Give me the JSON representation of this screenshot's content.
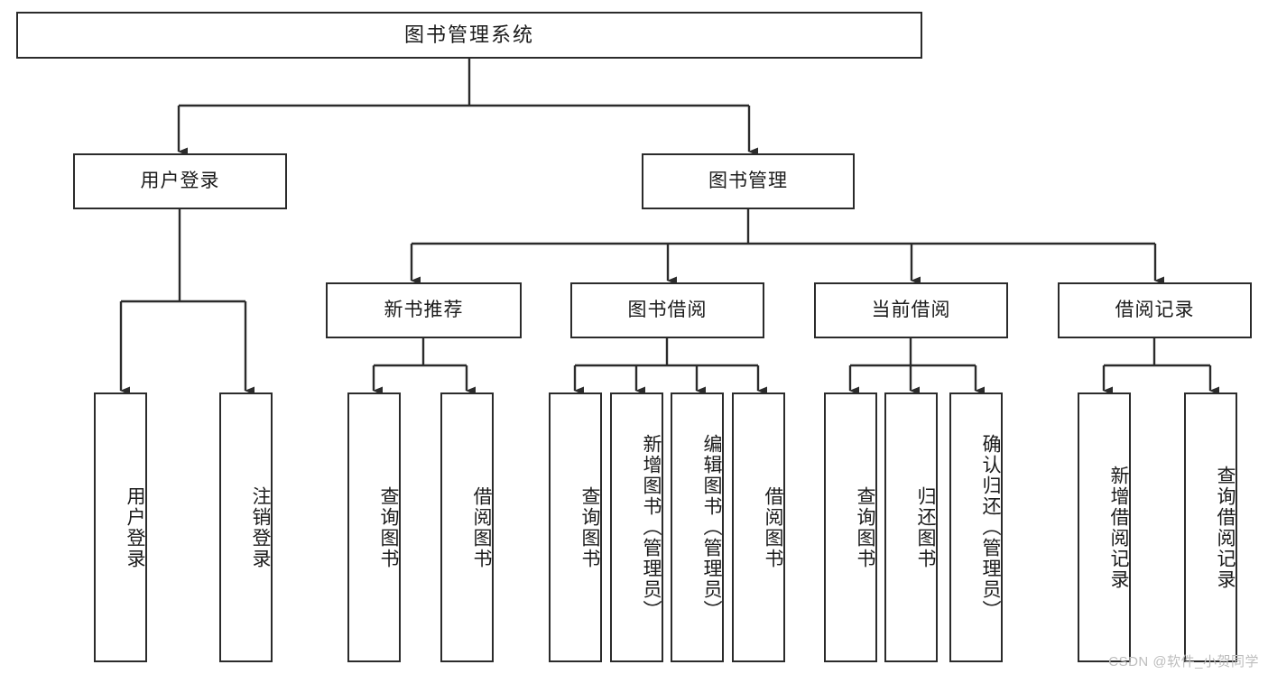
{
  "diagram": {
    "type": "tree",
    "title": "图书管理系统",
    "watermark": "CSDN @软件_小贺同学",
    "colors": {
      "box_border": "#2b2b2b",
      "box_fill": "#ffffff",
      "connector": "#2b2b2b",
      "text": "#1b1b1b",
      "watermark": "#bdbdbd"
    },
    "root": {
      "label": "图书管理系统",
      "orientation": "horizontal"
    },
    "level2": [
      {
        "label": "用户登录",
        "orientation": "horizontal"
      },
      {
        "label": "图书管理",
        "orientation": "horizontal"
      }
    ],
    "level3": [
      {
        "label": "新书推荐",
        "orientation": "horizontal"
      },
      {
        "label": "图书借阅",
        "orientation": "horizontal"
      },
      {
        "label": "当前借阅",
        "orientation": "horizontal"
      },
      {
        "label": "借阅记录",
        "orientation": "horizontal"
      }
    ],
    "leaves": {
      "user_login": [
        {
          "label": "用户登录",
          "orientation": "vertical"
        },
        {
          "label": "注销登录",
          "orientation": "vertical"
        }
      ],
      "new_book_recommend": [
        {
          "label": "查询图书",
          "orientation": "vertical"
        },
        {
          "label": "借阅图书",
          "orientation": "vertical"
        }
      ],
      "book_borrow": [
        {
          "label": "查询图书",
          "orientation": "vertical"
        },
        {
          "label": "新增图书（管理员）",
          "orientation": "vertical"
        },
        {
          "label": "编辑图书（管理员）",
          "orientation": "vertical"
        },
        {
          "label": "借阅图书",
          "orientation": "vertical"
        }
      ],
      "current_borrow": [
        {
          "label": "查询图书",
          "orientation": "vertical"
        },
        {
          "label": "归还图书",
          "orientation": "vertical"
        },
        {
          "label": "确认归还（管理员）",
          "orientation": "vertical"
        }
      ],
      "borrow_record": [
        {
          "label": "新增借阅记录",
          "orientation": "vertical"
        },
        {
          "label": "查询借阅记录",
          "orientation": "vertical"
        }
      ]
    }
  }
}
